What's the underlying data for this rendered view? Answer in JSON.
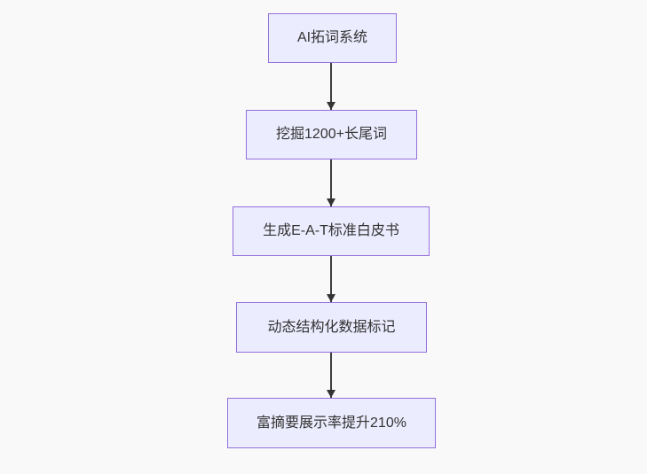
{
  "diagram": {
    "type": "flowchart",
    "direction": "top-down",
    "nodes": [
      {
        "label": "AI拓词系统"
      },
      {
        "label": "挖掘1200+长尾词"
      },
      {
        "label": "生成E-A-T标准白皮书"
      },
      {
        "label": "动态结构化数据标记"
      },
      {
        "label": "富摘要展示率提升210%"
      }
    ],
    "edges": [
      {
        "from": 0,
        "to": 1,
        "style": "arrow-down"
      },
      {
        "from": 1,
        "to": 2,
        "style": "arrow-down"
      },
      {
        "from": 2,
        "to": 3,
        "style": "arrow-down"
      },
      {
        "from": 3,
        "to": 4,
        "style": "arrow-down"
      }
    ],
    "colors": {
      "node_fill": "#ececff",
      "node_border": "#9370db",
      "node_text": "#333333",
      "edge_line": "#3f3f3f",
      "background": "#f9f9f9"
    }
  }
}
